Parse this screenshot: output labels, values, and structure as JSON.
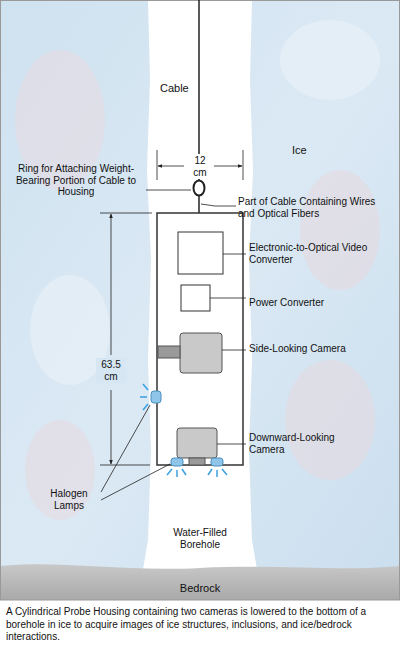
{
  "diagram": {
    "caption": "A Cylindrical Probe Housing containing two cameras is lowered to the bottom of a borehole in ice to acquire images of ice structures, inclusions, and ice/bedrock interactions.",
    "labels": [
      "Cable",
      "12 cm",
      "Ice",
      "Ring for Attaching Weight-Bearing Portion of Cable to Housing",
      "Part of Cable Containing Wires and Optical Fibers",
      "Electronic-to-Optical Video Converter",
      "Power Converter",
      "63.5 cm",
      "Side-Looking Camera",
      "Downward-Looking Camera",
      "Halogen Lamps",
      "Water-Filled Borehole",
      "Bedrock"
    ]
  }
}
